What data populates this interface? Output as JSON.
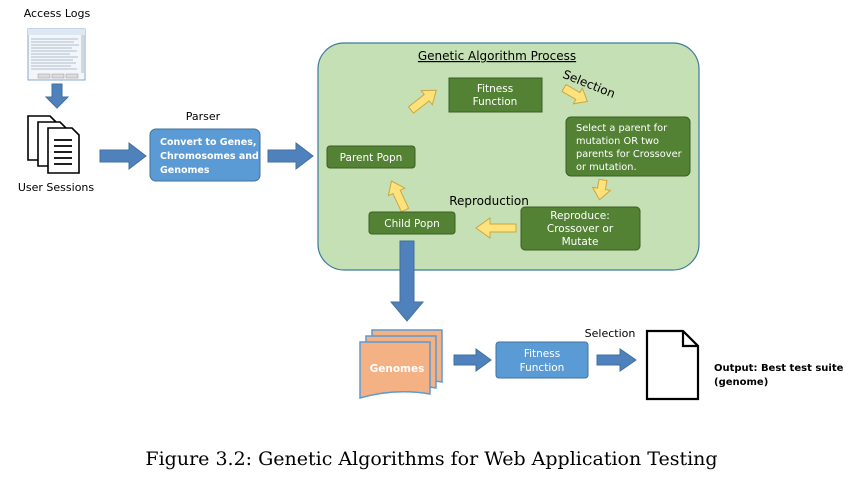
{
  "labels": {
    "access_logs": "Access Logs",
    "user_sessions": "User Sessions",
    "parser": "Parser",
    "convert": [
      "Convert to Genes,",
      "Chromosomes and",
      "Genomes"
    ],
    "ga_process": "Genetic Algorithm Process",
    "fitness_function_top": [
      "Fitness",
      "Function"
    ],
    "selection_curved": "Selection",
    "select_parent": [
      "Select a parent for",
      "mutation OR two",
      "parents for Crossover",
      "or mutation."
    ],
    "parent_popn": "Parent Popn",
    "reproduction": "Reproduction",
    "reproduce": [
      "Reproduce:",
      "Crossover or",
      "Mutate"
    ],
    "child_popn": "Child Popn",
    "genomes": "Genomes",
    "fitness_function_bottom": [
      "Fitness",
      "Function"
    ],
    "selection_bottom": "Selection",
    "output": [
      "Output: Best test suite",
      "(genome)"
    ]
  },
  "caption": "Figure 3.2: Genetic Algorithms for Web Application Testing",
  "colors": {
    "blue_box": "#5b9bd5",
    "blue_border": "#41719c",
    "green_box": "#548235",
    "green_border": "#3b5e23",
    "ga_panel": "#c5e0b4",
    "ga_panel_border": "#3b7a9e",
    "arrow_blue": "#4f81bd",
    "arrow_yellow": "#ffe27a",
    "arrow_yellow_border": "#c9a742",
    "genome_fill": "#f4b183",
    "genome_border": "#5b9bd5"
  },
  "icons": [
    "log-screenshot-icon",
    "document-stack-icon",
    "document-icon"
  ]
}
